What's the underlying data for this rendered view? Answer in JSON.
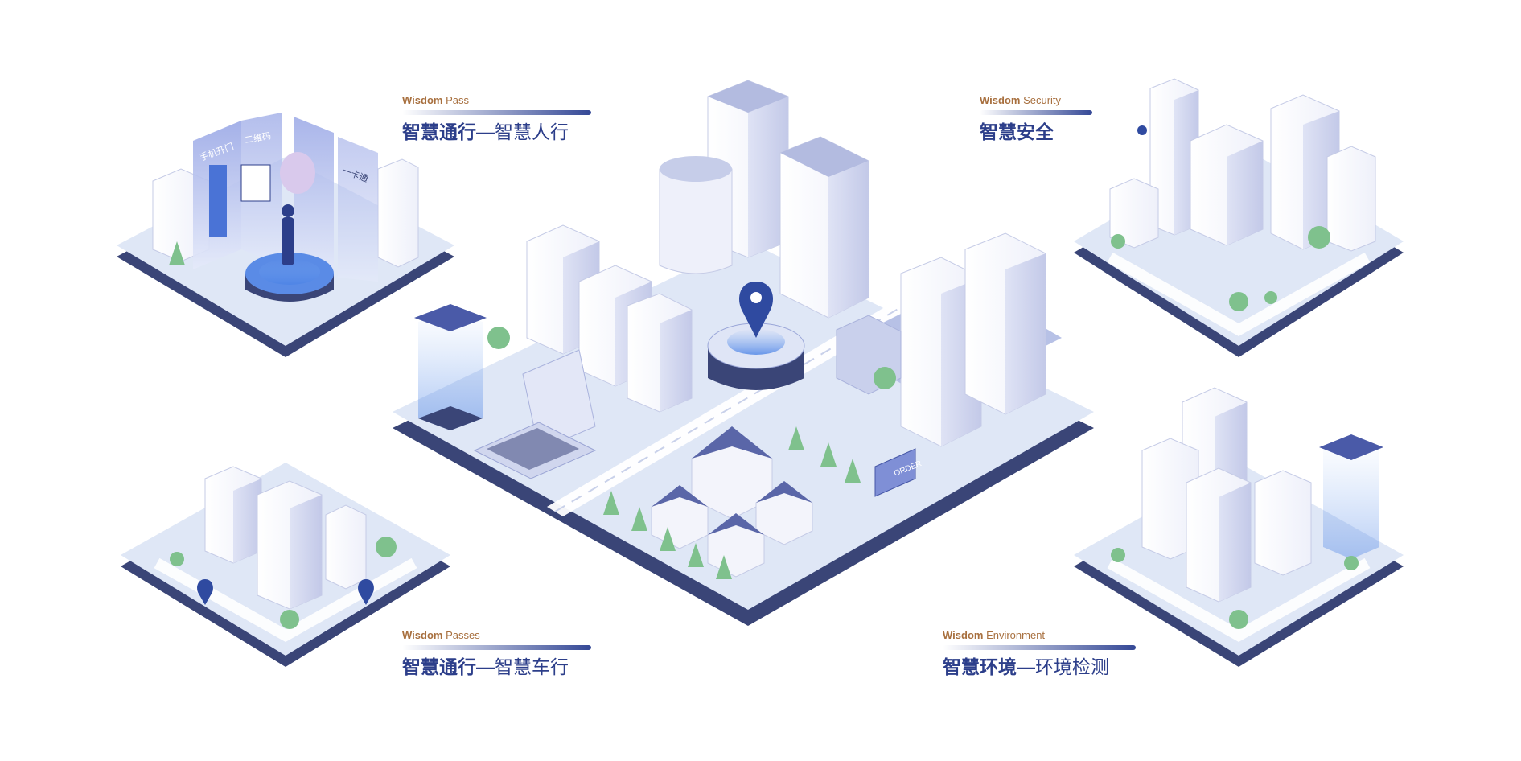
{
  "labels": [
    {
      "en_bold": "Wisdom",
      "en_rest": " Pass",
      "cn_bold": "智慧通行—",
      "cn_rest": "智慧人行"
    },
    {
      "en_bold": "Wisdom",
      "en_rest": " Security",
      "cn_bold": "智慧安全",
      "cn_rest": ""
    },
    {
      "en_bold": "Wisdom",
      "en_rest": " Passes",
      "cn_bold": "智慧通行—",
      "cn_rest": "智慧车行"
    },
    {
      "en_bold": "Wisdom",
      "en_rest": " Environment",
      "cn_bold": "智慧环境—",
      "cn_rest": "环境检测"
    }
  ],
  "signs": {
    "order": "ORDER",
    "panel_left": "手机开门",
    "panel_mid": "二维码",
    "panel_right": "一卡通"
  },
  "colors": {
    "title_blue": "#2c3e8a",
    "accent_bar": "#344896",
    "wisdom_orange": "#a8703f",
    "platform_dark": "#3a4577",
    "platform_top": "#dfe7f6",
    "building_light": "#eef0fa",
    "building_shade": "#b7bedf",
    "tree_green": "#7fc18d",
    "road_white": "#ffffff"
  }
}
